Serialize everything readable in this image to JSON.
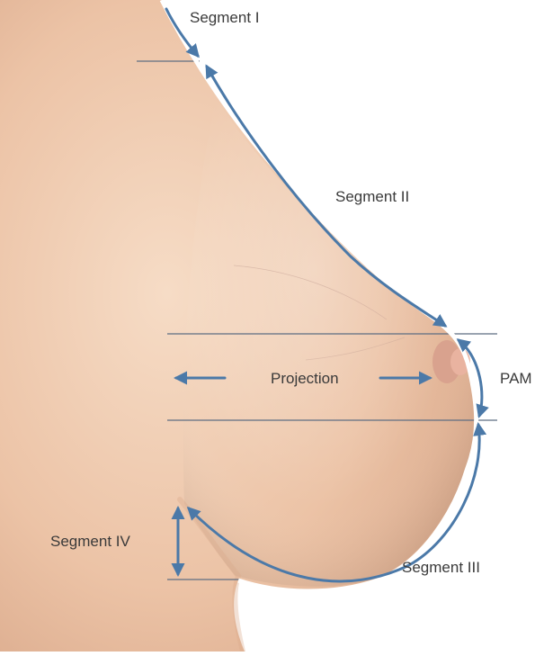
{
  "labels": {
    "segment_1": "Segment I",
    "segment_2": "Segment II",
    "segment_3": "Segment III",
    "segment_4": "Segment IV",
    "projection": "Projection",
    "pam": "PAM"
  },
  "colors": {
    "arrow": "#4b79a8",
    "guide_line": "#5e6e82",
    "skin_light": "#f6dcc6",
    "skin_mid": "#ecc3a6",
    "skin_shadow": "#d9a88a",
    "areola": "#d9a28e",
    "nipple": "#e9b3a0",
    "label_text": "#3a3a3a"
  }
}
